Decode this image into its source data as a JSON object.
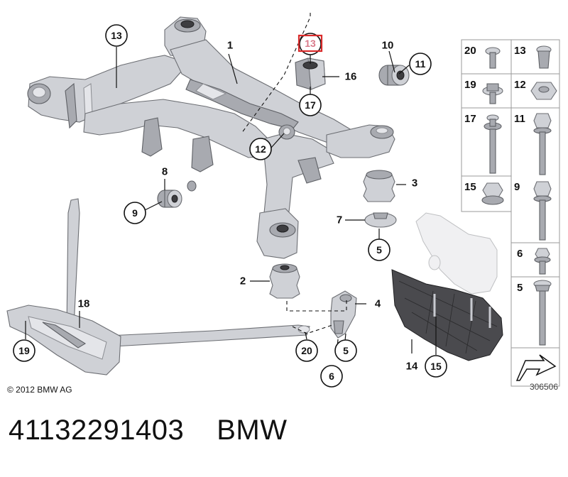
{
  "diagram": {
    "callouts_circled": {
      "c13_frame": "13",
      "c13_top": "13",
      "c17": "17",
      "c11": "11",
      "c12": "12",
      "c9": "9",
      "c5_right": "5",
      "c5_bottom": "5",
      "c19": "19",
      "c20": "20",
      "c6": "6",
      "c15": "15"
    },
    "callouts_plain": {
      "p1": "1",
      "p16": "16",
      "p10": "10",
      "p8": "8",
      "p3": "3",
      "p7": "7",
      "p2": "2",
      "p4": "4",
      "p18": "18",
      "p14": "14"
    },
    "hardware_grid": {
      "cells": [
        {
          "label": "20",
          "icon": "torx-bolt-short-icon"
        },
        {
          "label": "13",
          "icon": "sleeve-nut-icon"
        },
        {
          "label": "19",
          "icon": "flange-bolt-short-icon"
        },
        {
          "label": "12",
          "icon": "hex-nut-icon"
        },
        {
          "label": "17",
          "icon": "collar-bolt-long-icon"
        },
        {
          "label": "11",
          "icon": "hex-bolt-long-icon"
        },
        {
          "label": "15",
          "icon": "flange-nut-icon"
        },
        {
          "label": "9",
          "icon": "hex-bolt-extra-long-icon"
        },
        {
          "label": "6",
          "icon": "flange-bolt-small-icon"
        },
        {
          "label": "5",
          "icon": "torx-bolt-long-icon"
        }
      ]
    },
    "copyright": "© 2012 BMW AG",
    "reference_number": "306506"
  },
  "footer": {
    "part_number": "41132291403",
    "brand": "BMW"
  },
  "colors": {
    "highlight": "#d92b2b",
    "part_fill": "#cfd1d6",
    "rubber": "#3d3d40"
  }
}
